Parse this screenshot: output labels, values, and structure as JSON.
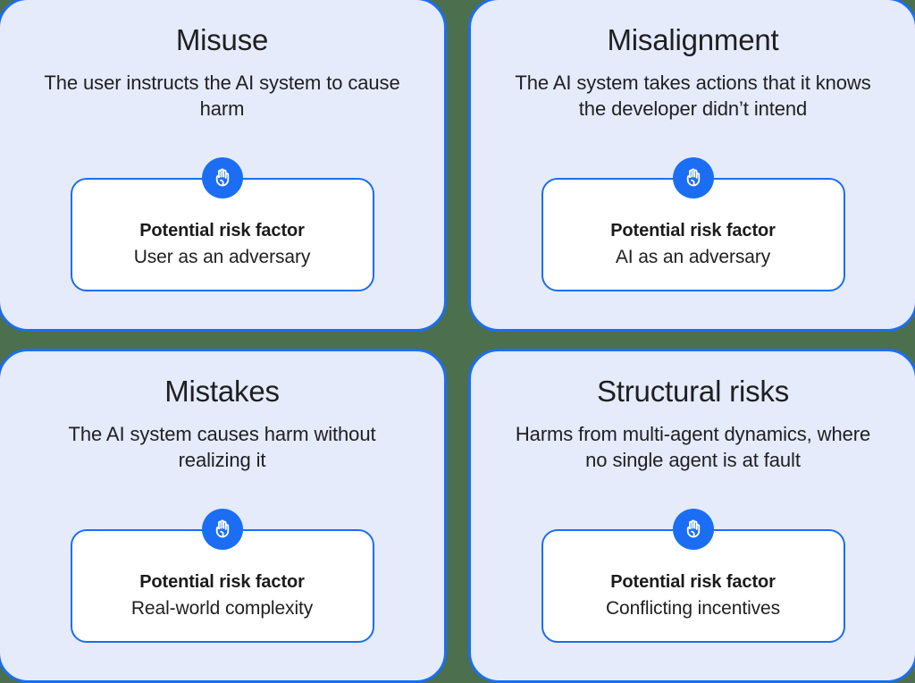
{
  "theme": {
    "page_background": "#4C6F4D",
    "card_background": "#E5EBFB",
    "card_border": "#1B6EF3",
    "inner_box_background": "#FFFFFF",
    "inner_box_border": "#1B6EF3",
    "icon_circle": "#1B6EF3",
    "icon_glyph": "#FFFFFF",
    "title_text": "#1F1F21",
    "body_text": "#1F1F21"
  },
  "icon_name": "raised-hand-icon",
  "risk_label": "Potential risk factor",
  "cards": [
    {
      "title": "Misuse",
      "description": "The user instructs the AI system to cause harm",
      "risk_label": "Potential risk factor",
      "risk_value": "User as an adversary",
      "icon": "raised-hand-icon"
    },
    {
      "title": "Misalignment",
      "description": "The AI system takes actions that it knows the developer didn’t intend",
      "risk_label": "Potential risk factor",
      "risk_value": "AI as an adversary",
      "icon": "raised-hand-icon"
    },
    {
      "title": "Mistakes",
      "description": "The AI system causes harm without realizing it",
      "risk_label": "Potential risk factor",
      "risk_value": "Real-world complexity",
      "icon": "raised-hand-icon"
    },
    {
      "title": "Structural risks",
      "description": "Harms from multi-agent dynamics, where no single agent is at fault",
      "risk_label": "Potential risk factor",
      "risk_value": "Conflicting incentives",
      "icon": "raised-hand-icon"
    }
  ]
}
